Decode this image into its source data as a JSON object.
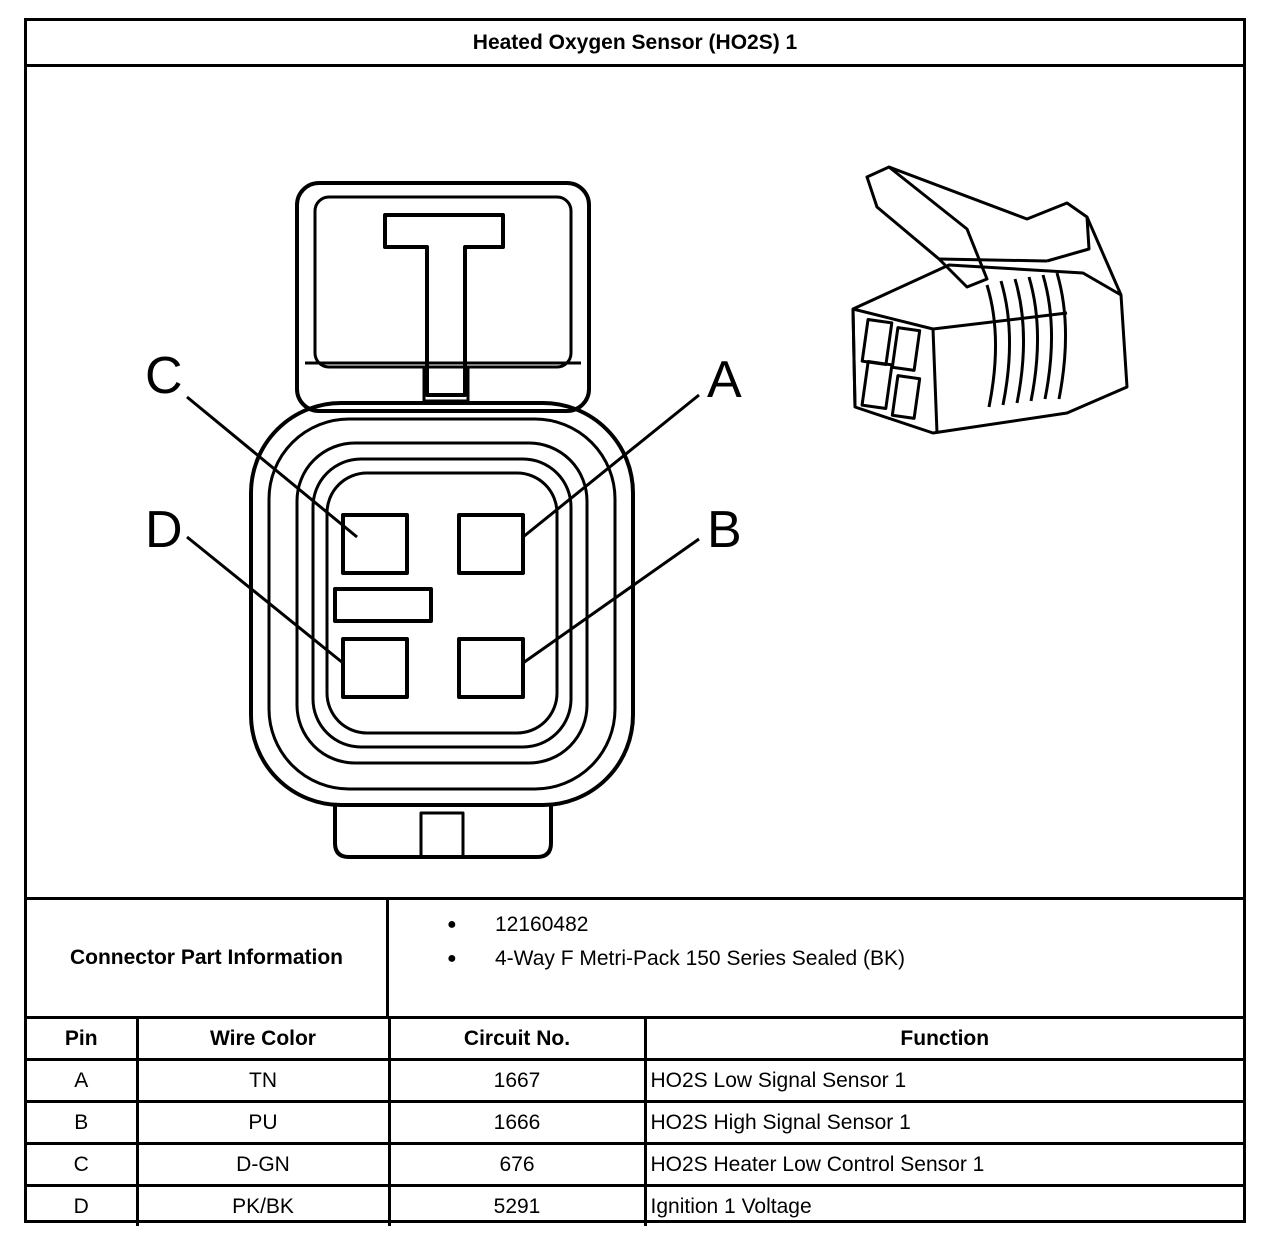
{
  "title": "Heated Oxygen Sensor (HO2S) 1",
  "diagram": {
    "pin_labels": {
      "a": "A",
      "b": "B",
      "c": "C",
      "d": "D"
    }
  },
  "connector_info": {
    "label": "Connector Part Information",
    "items": [
      "12160482",
      "4-Way F Metri-Pack 150 Series Sealed (BK)"
    ],
    "bullet": "●"
  },
  "pin_table": {
    "headers": {
      "pin": "Pin",
      "wire_color": "Wire Color",
      "circuit": "Circuit No.",
      "function": "Function"
    },
    "rows": [
      {
        "pin": "A",
        "wire_color": "TN",
        "circuit": "1667",
        "function": "HO2S Low Signal Sensor 1"
      },
      {
        "pin": "B",
        "wire_color": "PU",
        "circuit": "1666",
        "function": "HO2S High Signal Sensor 1"
      },
      {
        "pin": "C",
        "wire_color": "D-GN",
        "circuit": "676",
        "function": "HO2S Heater Low Control Sensor 1"
      },
      {
        "pin": "D",
        "wire_color": "PK/BK",
        "circuit": "5291",
        "function": "Ignition 1 Voltage"
      }
    ]
  }
}
